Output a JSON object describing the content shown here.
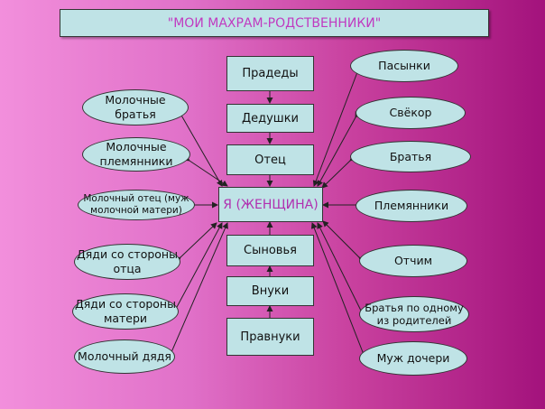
{
  "title": "\"МОИ МАХРАМ-РОДСТВЕННИКИ\"",
  "center": {
    "me": "Я (ЖЕНЩИНА)",
    "column": [
      "Прадеды",
      "Дедушки",
      "Отец",
      "Сыновья",
      "Внуки",
      "Правнуки"
    ]
  },
  "left": [
    "Молочные братья",
    "Молочные племянники",
    "Молочный отец (муж молочной матери)",
    "Дяди со стороны отца",
    "Дяди со стороны матери",
    "Молочный дядя"
  ],
  "right": [
    "Пасынки",
    "Свёкор",
    "Братья",
    "Племянники",
    "Отчим",
    "Братья по одному из родителей",
    "Муж дочери"
  ]
}
